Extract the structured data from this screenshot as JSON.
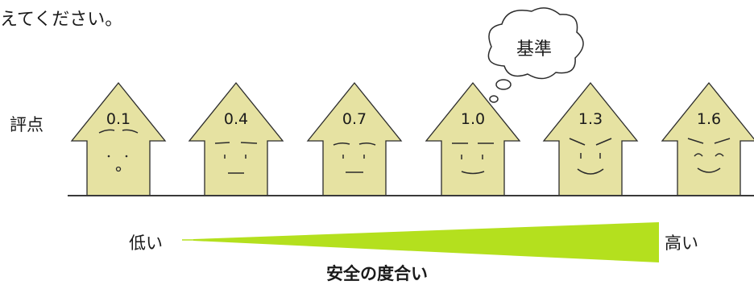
{
  "intro_text": "えてください。",
  "score_label": "評点",
  "callout_text": "基準",
  "houses": [
    {
      "value": "0.1",
      "mood": "worried"
    },
    {
      "value": "0.4",
      "mood": "uneasy"
    },
    {
      "value": "0.7",
      "mood": "neutral"
    },
    {
      "value": "1.0",
      "mood": "calm"
    },
    {
      "value": "1.3",
      "mood": "confident"
    },
    {
      "value": "1.6",
      "mood": "happy"
    }
  ],
  "scale": {
    "low_label": "低い",
    "high_label": "高い",
    "title": "安全の度合い",
    "color": "#b4e01e"
  },
  "colors": {
    "house_fill": "#e6e2a2",
    "outline": "#2b2b2b"
  }
}
